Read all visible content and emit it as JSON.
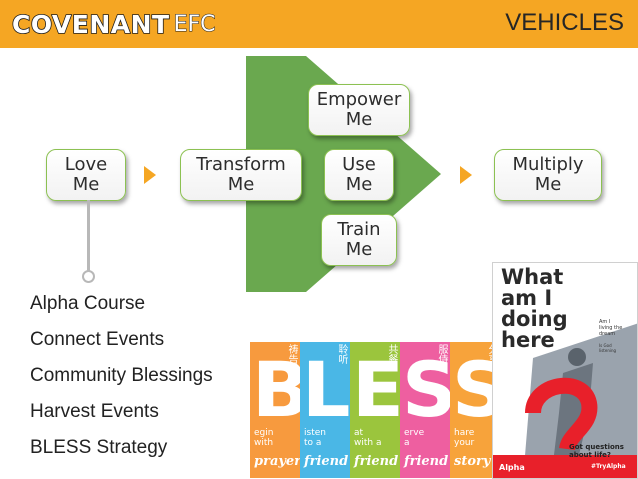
{
  "header": {
    "logo_main": "COVENANT",
    "logo_sub": "EFC",
    "title": "VEHICLES",
    "color": "#f5a623"
  },
  "flow": {
    "arrow_color": "#6aa84f",
    "step_arrow_color": "#f5a623",
    "nodes": {
      "love": "Love\nMe",
      "transform": "Transform\nMe",
      "empower": "Empower\nMe",
      "use": "Use\nMe",
      "train": "Train\nMe",
      "multiply": "Multiply\nMe"
    }
  },
  "programs": [
    "Alpha Course",
    "Connect Events",
    "Community Blessings",
    "Harvest Events",
    "BLESS Strategy"
  ],
  "bless": [
    {
      "letter": "B",
      "cn": "祷告",
      "word": "egin\nwith",
      "key": "prayer",
      "color": "#f79a3e"
    },
    {
      "letter": "L",
      "cn": "聆听",
      "word": "isten\nto a",
      "key": "friend",
      "color": "#4ab7e6"
    },
    {
      "letter": "E",
      "cn": "共餐",
      "word": "at\nwith a",
      "key": "friend",
      "color": "#9bc53d"
    },
    {
      "letter": "S",
      "cn": "服侍",
      "word": "erve\na",
      "key": "friend",
      "color": "#ee5fa0"
    },
    {
      "letter": "S",
      "cn": "分享",
      "word": "hare\nyour",
      "key": "story",
      "color": "#f7a33b"
    }
  ],
  "poster": {
    "headline": "What\nam I\ndoing\nhere",
    "tag": "Am I\nliving the\ndream",
    "sub": "Is God\nlistening",
    "question": "Got questions\nabout life?",
    "hashtag": "#TryAlpha",
    "brand": "Alpha",
    "accent": "#e8202a"
  }
}
